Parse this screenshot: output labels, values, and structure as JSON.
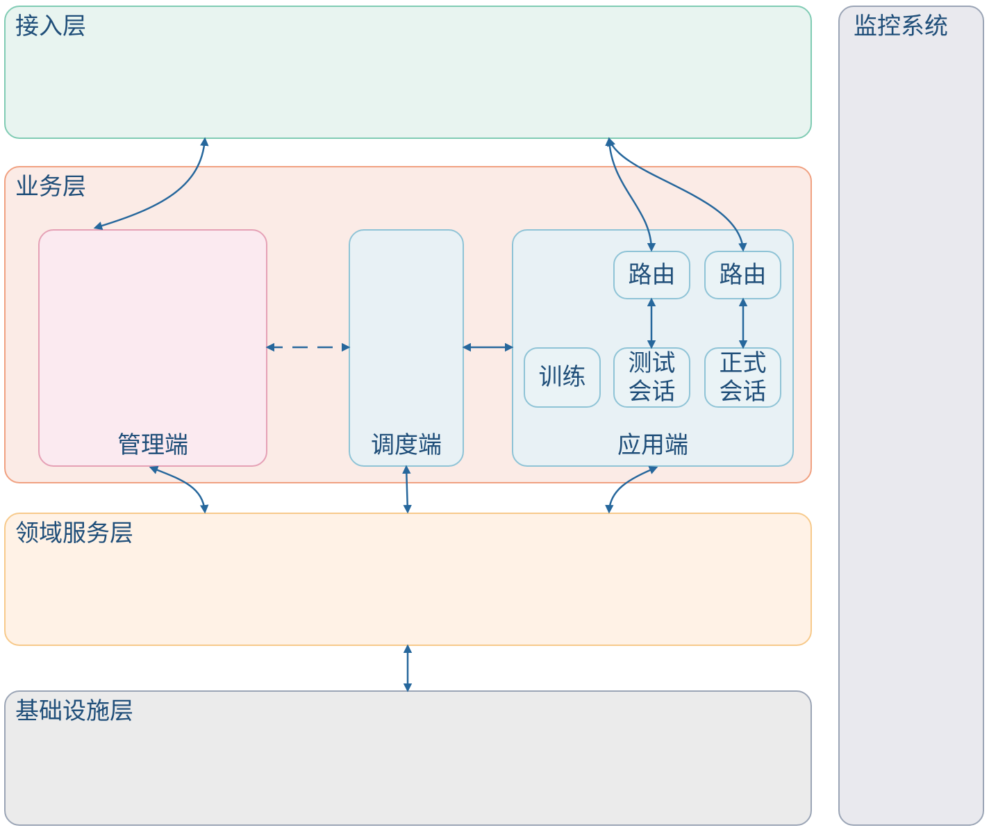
{
  "layers": {
    "access": {
      "title": "接入层"
    },
    "business": {
      "title": "业务层"
    },
    "domain": {
      "title": "领域服务层"
    },
    "infra": {
      "title": "基础设施层"
    },
    "monitor": {
      "title": "监控系统"
    }
  },
  "components": {
    "admin": {
      "label": "管理端"
    },
    "scheduler": {
      "label": "调度端"
    },
    "application": {
      "label": "应用端",
      "router_1": "路由",
      "router_2": "路由",
      "training": "训练",
      "test_session": "测试\n会话",
      "formal_session": "正式\n会话"
    }
  },
  "colors": {
    "access_bg": "#e8f4f0",
    "access_border": "#7fcbb3",
    "business_bg": "#fbebe6",
    "business_border": "#f0a080",
    "admin_bg": "#fbeaf0",
    "admin_border": "#e5a0b5",
    "app_bg": "#e8f1f5",
    "app_border": "#8ec3d6",
    "domain_bg": "#fff2e6",
    "domain_border": "#f7c98a",
    "infra_bg": "#ebebeb",
    "infra_border": "#9aa4b5",
    "monitor_bg": "#e9e9ee",
    "monitor_border": "#9aa4b5",
    "arrow": "#26679c"
  }
}
